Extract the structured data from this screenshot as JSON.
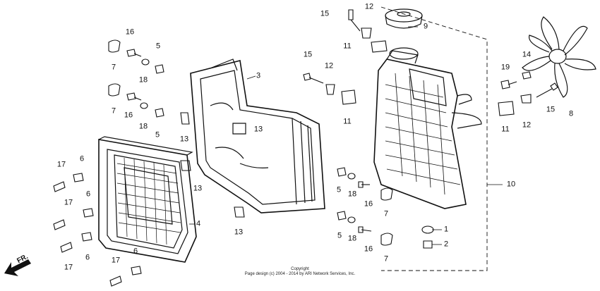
{
  "callouts": [
    {
      "id": "c15a",
      "label": "15"
    },
    {
      "id": "c12a",
      "label": "12"
    },
    {
      "id": "c9",
      "label": "9"
    },
    {
      "id": "c11a",
      "label": "11"
    },
    {
      "id": "c15b",
      "label": "15"
    },
    {
      "id": "c12b",
      "label": "12"
    },
    {
      "id": "c11b",
      "label": "11"
    },
    {
      "id": "c16a",
      "label": "16"
    },
    {
      "id": "c5a",
      "label": "5"
    },
    {
      "id": "c7a",
      "label": "7"
    },
    {
      "id": "c18a",
      "label": "18"
    },
    {
      "id": "c3",
      "label": "3"
    },
    {
      "id": "c7b",
      "label": "7"
    },
    {
      "id": "c16b",
      "label": "16"
    },
    {
      "id": "c18b",
      "label": "18"
    },
    {
      "id": "c5b",
      "label": "5"
    },
    {
      "id": "c13a",
      "label": "13"
    },
    {
      "id": "c13b",
      "label": "13"
    },
    {
      "id": "c13c",
      "label": "13"
    },
    {
      "id": "c13d",
      "label": "13"
    },
    {
      "id": "c17a",
      "label": "17"
    },
    {
      "id": "c6a",
      "label": "6"
    },
    {
      "id": "c6b",
      "label": "6"
    },
    {
      "id": "c17b",
      "label": "17"
    },
    {
      "id": "c4",
      "label": "4"
    },
    {
      "id": "c6c",
      "label": "6"
    },
    {
      "id": "c17c",
      "label": "17"
    },
    {
      "id": "c6d",
      "label": "6"
    },
    {
      "id": "c17d",
      "label": "17"
    },
    {
      "id": "c5c",
      "label": "5"
    },
    {
      "id": "c18c",
      "label": "18"
    },
    {
      "id": "c16c",
      "label": "16"
    },
    {
      "id": "c7c",
      "label": "7"
    },
    {
      "id": "c5d",
      "label": "5"
    },
    {
      "id": "c18d",
      "label": "18"
    },
    {
      "id": "c16d",
      "label": "16"
    },
    {
      "id": "c7d",
      "label": "7"
    },
    {
      "id": "c19",
      "label": "19"
    },
    {
      "id": "c14",
      "label": "14"
    },
    {
      "id": "c15c",
      "label": "15"
    },
    {
      "id": "c8",
      "label": "8"
    },
    {
      "id": "c11c",
      "label": "11"
    },
    {
      "id": "c12c",
      "label": "12"
    },
    {
      "id": "c10",
      "label": "10"
    },
    {
      "id": "c1",
      "label": "1"
    },
    {
      "id": "c2",
      "label": "2"
    }
  ],
  "front_label": "FR.",
  "copyright_line1": "Copyright",
  "copyright_line2": "Page design (c) 2004 - 2014 by ARI Network Services, Inc."
}
